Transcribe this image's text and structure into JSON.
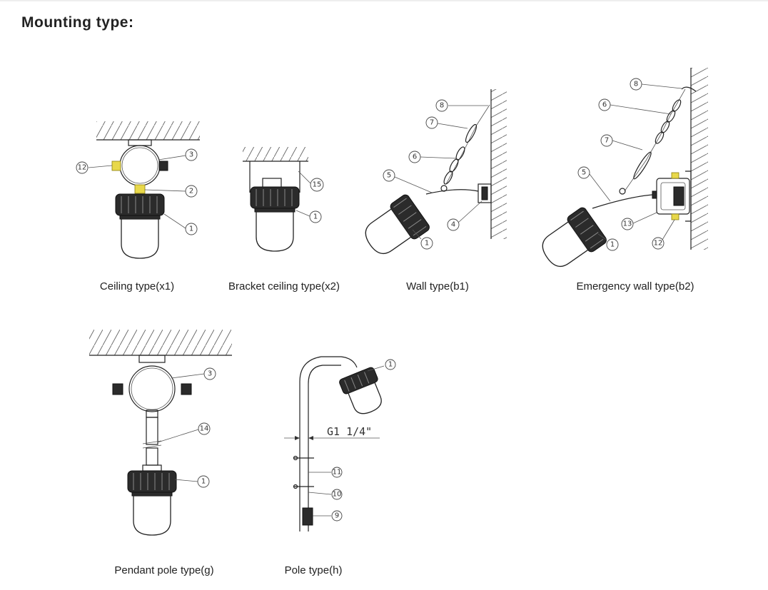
{
  "title": "Mounting type:",
  "figures": [
    {
      "id": "ceiling",
      "caption": "Ceiling type(x1)",
      "callouts": [
        "12",
        "3",
        "2",
        "1"
      ]
    },
    {
      "id": "bracket-ceiling",
      "caption": "Bracket ceiling type(x2)",
      "callouts": [
        "15",
        "1"
      ]
    },
    {
      "id": "wall",
      "caption": "Wall type(b1)",
      "callouts": [
        "8",
        "7",
        "6",
        "5",
        "4",
        "1"
      ]
    },
    {
      "id": "emergency-wall",
      "caption": "Emergency wall type(b2)",
      "callouts": [
        "8",
        "6",
        "7",
        "5",
        "13",
        "1",
        "12"
      ]
    },
    {
      "id": "pendant-pole",
      "caption": "Pendant pole type(g)",
      "callouts": [
        "3",
        "14",
        "1"
      ]
    },
    {
      "id": "pole",
      "caption": "Pole type(h)",
      "callouts": [
        "1",
        "11",
        "10",
        "9"
      ],
      "dimension": "G1 1/4\""
    }
  ]
}
